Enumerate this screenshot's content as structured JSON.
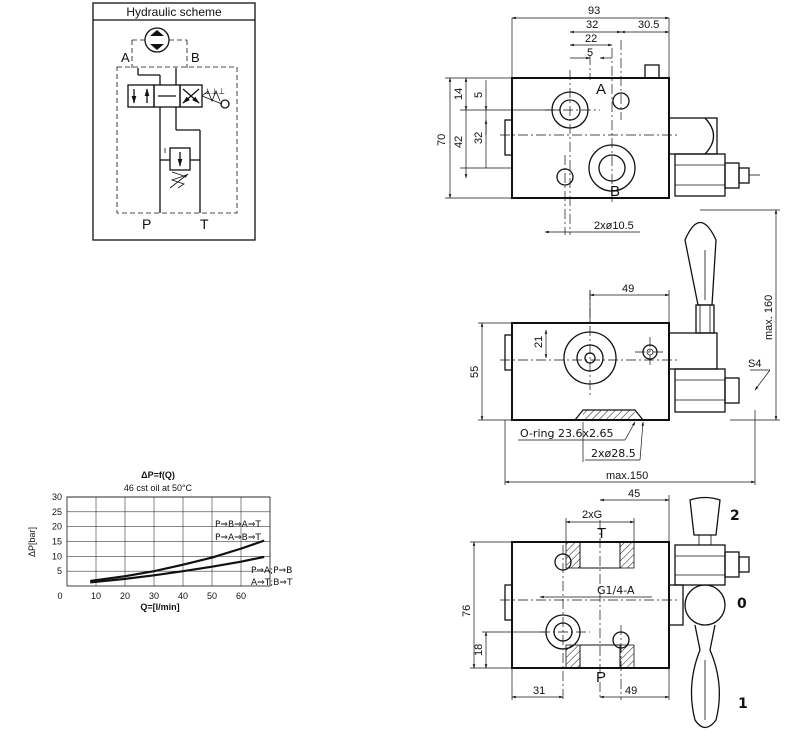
{
  "scheme": {
    "title": "Hydraulic scheme",
    "ports": {
      "a": "A",
      "b": "B",
      "p": "P",
      "t": "T"
    }
  },
  "top_view": {
    "dims": [
      "93",
      "32",
      "22",
      "5",
      "30.5",
      "14",
      "5",
      "42",
      "32",
      "70",
      "2xø10.5"
    ],
    "port_labels": {
      "a": "A",
      "b": "B"
    }
  },
  "side_view": {
    "dims": [
      "49",
      "21",
      "55",
      "max. 160",
      "S4",
      "O-ring 23.6x2.65",
      "2xø28.5",
      "max.150"
    ]
  },
  "bottom_view": {
    "dims": [
      "45",
      "2xG",
      "G1/4-A",
      "76",
      "18",
      "31",
      "49"
    ],
    "port_labels": {
      "t": "T",
      "p": "P"
    },
    "lever_positions": [
      "2",
      "0",
      "1"
    ]
  },
  "chart_data": {
    "type": "line",
    "title": "ΔP=f(Q)",
    "subtitle": "46 cst oil at 50°C",
    "xlabel": "Q=[l/min]",
    "ylabel": "ΔP[bar]",
    "xlim": [
      0,
      70
    ],
    "ylim": [
      0,
      30
    ],
    "x_ticks": [
      0,
      10,
      20,
      30,
      40,
      50,
      60
    ],
    "y_ticks": [
      5,
      10,
      15,
      20,
      25,
      30
    ],
    "grid": true,
    "series": [
      {
        "name": "P⇒B⇒A⇒T / P⇒A⇒B⇒T",
        "x": [
          8,
          20,
          30,
          40,
          50,
          60,
          68
        ],
        "y": [
          1.7,
          3.3,
          5.0,
          7.2,
          9.6,
          12.6,
          15.3
        ]
      },
      {
        "name": "P⇒A;P⇒B / A⇒T;B⇒T",
        "x": [
          8,
          20,
          30,
          40,
          50,
          60,
          68
        ],
        "y": [
          1.2,
          2.4,
          3.6,
          5.0,
          6.5,
          8.2,
          9.8
        ]
      }
    ],
    "legend_lines": [
      "P⇒B⇒A⇒T",
      "P⇒A⇒B⇒T",
      "P⇒A;P⇒B",
      "A⇒T;B⇒T"
    ]
  }
}
